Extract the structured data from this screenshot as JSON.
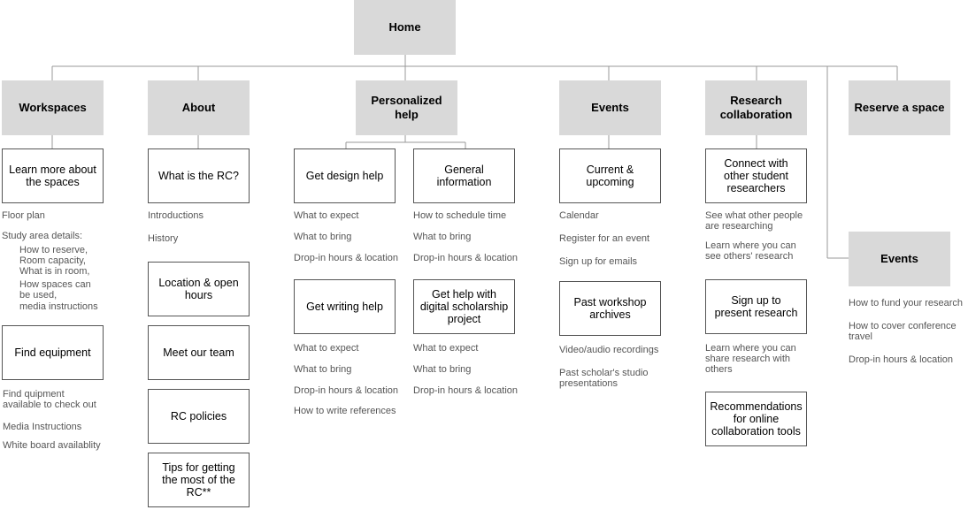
{
  "home": "Home",
  "workspaces": {
    "title": "Workspaces",
    "learn": "Learn more about the spaces",
    "floor_plan": "Floor plan",
    "study_area": "Study area details:",
    "study_sub": [
      "How to reserve,",
      "Room capacity,",
      "What is in room,",
      "How spaces can",
      "be used,",
      "media instructions"
    ],
    "find_equipment": "Find equipment",
    "equip_items": [
      "Find quipment",
      "available to check out"
    ],
    "media": "Media Instructions",
    "whiteboard": "White board availablity"
  },
  "about": {
    "title": "About",
    "what_is": "What is the RC?",
    "intro": "Introductions",
    "history": "History",
    "location": "Location & open hours",
    "team": "Meet our team",
    "policies": "RC policies",
    "tips": "Tips for getting the most of the RC**"
  },
  "personalized": {
    "title": "Personalized help",
    "design": "Get design help",
    "design_items": [
      "What to expect",
      "What to bring",
      "Drop-in hours & location"
    ],
    "writing": "Get writing help",
    "writing_items": [
      "What to expect",
      "What to bring",
      "Drop-in hours & location",
      "How to write references"
    ],
    "general": "General information",
    "general_items": [
      "How to schedule time",
      "What to bring",
      "Drop-in hours & location"
    ],
    "digital": "Get help with digital scholarship project",
    "digital_items": [
      "What to expect",
      "What to bring",
      "Drop-in hours & location"
    ]
  },
  "events": {
    "title": "Events",
    "current": "Current & upcoming",
    "current_items": [
      "Calendar",
      "Register for an event",
      "Sign up for emails"
    ],
    "past": "Past workshop archives",
    "past_items": [
      "Video/audio recordings",
      "Past scholar's studio presentations"
    ]
  },
  "research": {
    "title": "Research collaboration",
    "connect": "Connect with other student researchers",
    "connect_items": [
      "See what other people are researching",
      "Learn where you can see others' research"
    ],
    "present": "Sign up to present research",
    "present_items": [
      "Learn where you can share research with others"
    ],
    "recommend": "Recommendations for online collaboration tools"
  },
  "reserve": {
    "title": "Reserve a space"
  },
  "events2": {
    "title": "Events",
    "items": [
      "How to fund your research",
      "How to cover conference travel",
      "Drop-in hours & location"
    ]
  }
}
